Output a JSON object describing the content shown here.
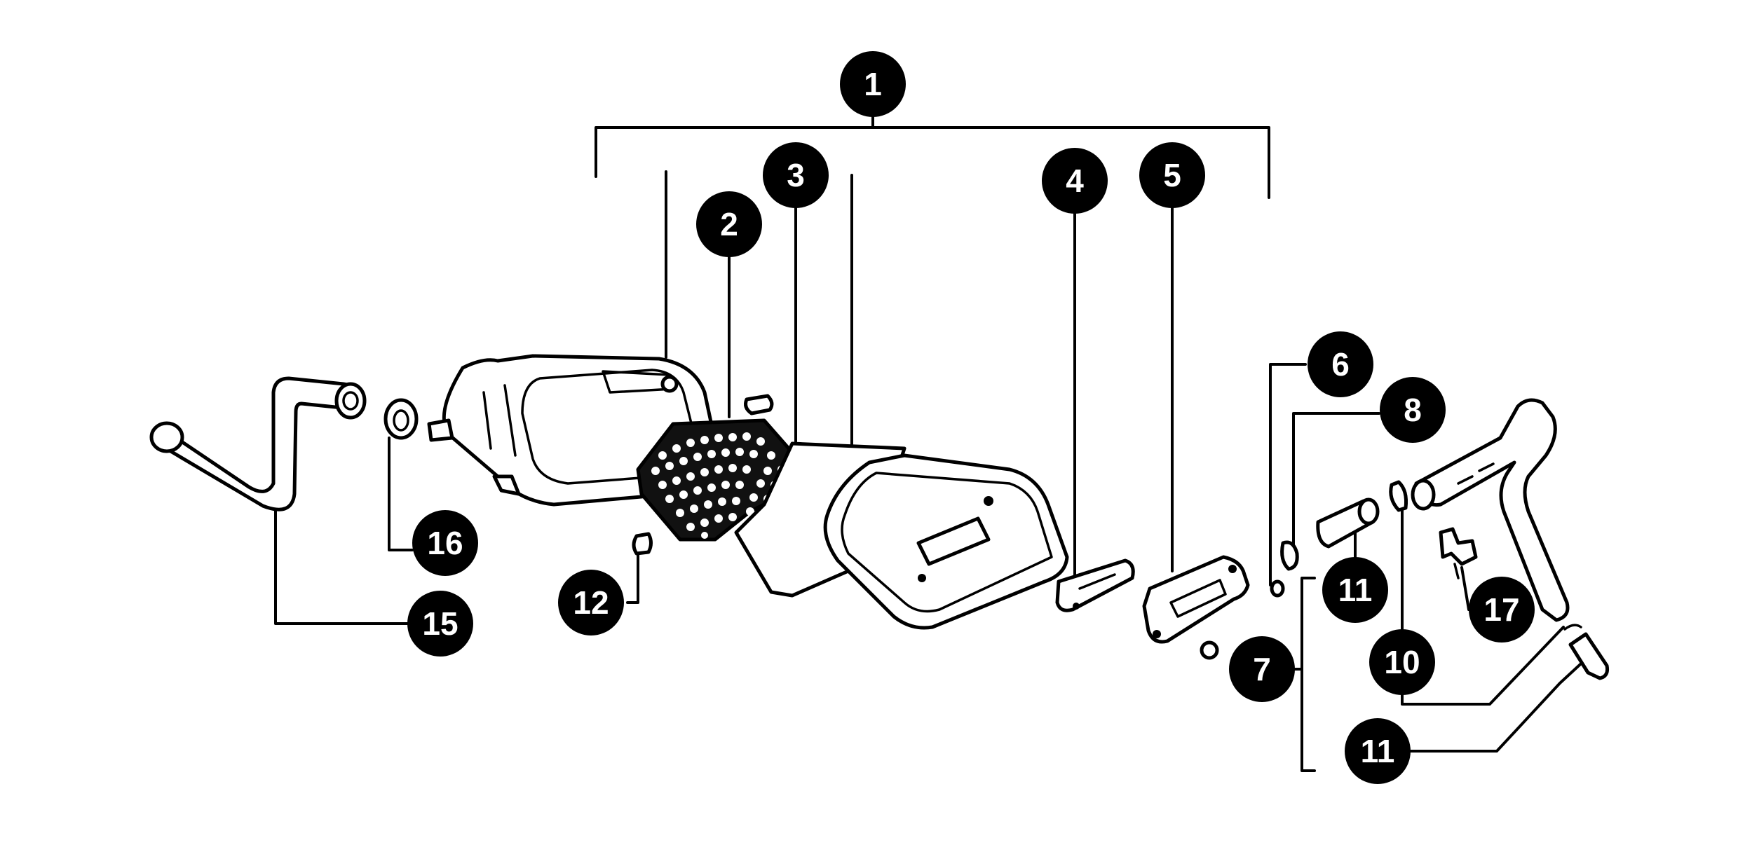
{
  "diagram": {
    "callouts": {
      "c1": "1",
      "c2": "2",
      "c3": "3",
      "c4": "4",
      "c5": "5",
      "c6": "6",
      "c7": "7",
      "c8": "8",
      "c10": "10",
      "c11a": "11",
      "c11b": "11",
      "c12": "12",
      "c15": "15",
      "c16": "16",
      "c17": "17"
    }
  }
}
